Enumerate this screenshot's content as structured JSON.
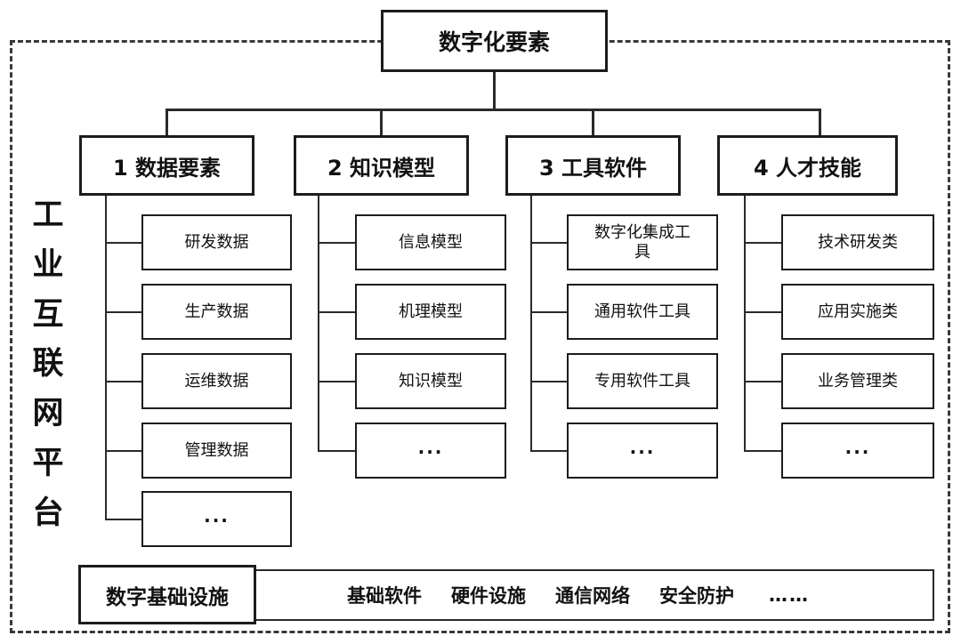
{
  "frame": {
    "platform_label": "工业互联网平台",
    "platform_label_chars": [
      "工",
      "业",
      "互",
      "联",
      "网",
      "平",
      "台"
    ]
  },
  "root": {
    "label": "数字化要素"
  },
  "categories": [
    {
      "label": "1 数据要素",
      "children": [
        {
          "label": "研发数据"
        },
        {
          "label": "生产数据"
        },
        {
          "label": "运维数据"
        },
        {
          "label": "管理数据"
        },
        {
          "label": "..."
        }
      ]
    },
    {
      "label": "2 知识模型",
      "children": [
        {
          "label": "信息模型"
        },
        {
          "label": "机理模型"
        },
        {
          "label": "知识模型"
        },
        {
          "label": "..."
        }
      ]
    },
    {
      "label": "3 工具软件",
      "children": [
        {
          "label": "数字化集成工具"
        },
        {
          "label": "通用软件工具"
        },
        {
          "label": "专用软件工具"
        },
        {
          "label": "..."
        }
      ]
    },
    {
      "label": "4 人才技能",
      "children": [
        {
          "label": "技术研发类"
        },
        {
          "label": "应用实施类"
        },
        {
          "label": "业务管理类"
        },
        {
          "label": "..."
        }
      ]
    }
  ],
  "infrastructure": {
    "label": "数字基础设施",
    "items": [
      "基础软件",
      "硬件设施",
      "通信网络",
      "安全防护"
    ],
    "ellipsis": "……"
  },
  "colors": {
    "background": "#ffffff",
    "stroke": "#1c1c1c",
    "dashed_frame": "#3a3a3a",
    "text": "#111111"
  }
}
